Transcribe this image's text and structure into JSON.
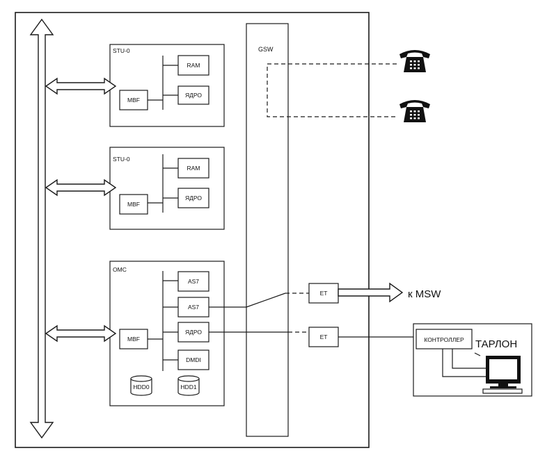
{
  "diagram": {
    "gsw": "GSW",
    "stu_top": {
      "title": "STU-0",
      "ram": "RAM",
      "core": "ЯДРО",
      "mbf": "MBF"
    },
    "stu_mid": {
      "title": "STU-0",
      "ram": "RAM",
      "core": "ЯДРО",
      "mbf": "MBF"
    },
    "omc": {
      "title": "OMC",
      "as7_a": "AS7",
      "as7_b": "AS7",
      "core": "ЯДРО",
      "dmdi": "DMDI",
      "mbf": "MBF",
      "hdd0": "HDD0",
      "hdd1": "HDD1"
    },
    "et_top": "ET",
    "et_bottom": "ET",
    "msw_label": "к MSW",
    "controller": "КОНТРОЛЛЕР",
    "terminal": "ТАРЛОН",
    "icons": [
      "telephone-icon",
      "telephone-icon",
      "computer-monitor-icon"
    ]
  }
}
